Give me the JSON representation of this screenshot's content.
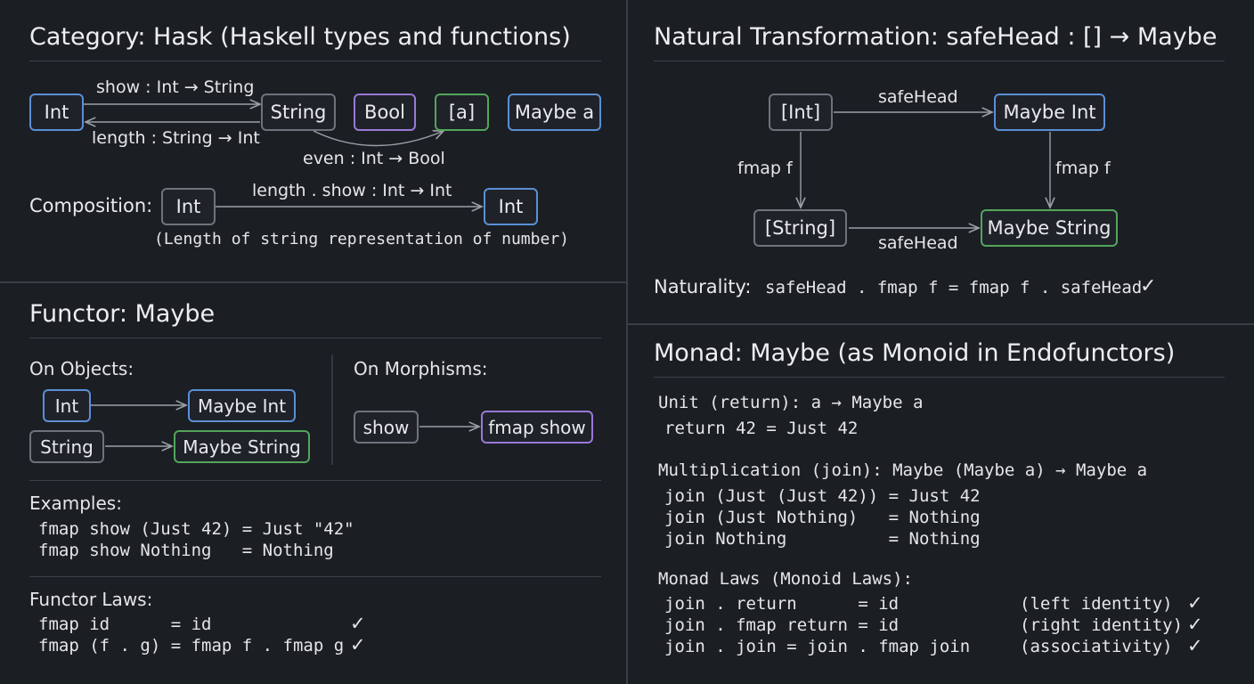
{
  "hask": {
    "title": "Category: Hask (Haskell types and functions)",
    "nodes": {
      "int": "Int",
      "string": "String",
      "bool": "Bool",
      "list": "[a]",
      "maybe": "Maybe a"
    },
    "arrows": {
      "show": "show : Int → String",
      "length": "length : String → Int",
      "even": "even : Int → Bool"
    },
    "composition_label": "Composition:",
    "comp_from": "Int",
    "comp_to": "Int",
    "comp_arrow": "length . show : Int → Int",
    "comp_note": "(Length of string representation of number)"
  },
  "functor": {
    "title": "Functor: Maybe",
    "objects_heading": "On Objects:",
    "morphisms_heading": "On Morphisms:",
    "obj_int": "Int",
    "obj_maybe_int": "Maybe Int",
    "obj_string": "String",
    "obj_maybe_string": "Maybe String",
    "mor_show": "show",
    "mor_fmap_show": "fmap show",
    "examples_heading": "Examples:",
    "examples": [
      "fmap show (Just 42) = Just \"42\"",
      "fmap show Nothing   = Nothing"
    ],
    "laws_heading": "Functor Laws:",
    "laws": [
      "fmap id      = id",
      "fmap (f . g) = fmap f . fmap g"
    ],
    "check": "✓"
  },
  "natural": {
    "title": "Natural Transformation: safeHead : [] → Maybe",
    "nodes": {
      "list_int": "[Int]",
      "maybe_int": "Maybe Int",
      "list_string": "[String]",
      "maybe_string": "Maybe String"
    },
    "top_arrow": "safeHead",
    "bottom_arrow": "safeHead",
    "left_arrow": "fmap f",
    "right_arrow": "fmap f",
    "naturality_label": "Naturality:",
    "naturality_eq": "safeHead . fmap f = fmap f . safeHead",
    "check": "✓"
  },
  "monad": {
    "title": "Monad: Maybe (as Monoid in Endofunctors)",
    "unit_heading": "Unit (return): a → Maybe a",
    "unit_example": "return 42 = Just 42",
    "mult_heading": "Multiplication (join): Maybe (Maybe a) → Maybe a",
    "mult_examples": [
      "join (Just (Just 42)) = Just 42",
      "join (Just Nothing)   = Nothing",
      "join Nothing          = Nothing"
    ],
    "laws_heading": "Monad Laws (Monoid Laws):",
    "laws": [
      {
        "eq": "join . return      = id",
        "name": "(left identity)"
      },
      {
        "eq": "join . fmap return = id",
        "name": "(right identity)"
      },
      {
        "eq": "join . join = join . fmap join",
        "name": "(associativity)"
      }
    ],
    "check": "✓"
  },
  "colors": {
    "background": "#1b1e23",
    "blue": "#5b8fd6",
    "purple": "#9a78d6",
    "green": "#53a55a",
    "gray": "#6d737b"
  }
}
